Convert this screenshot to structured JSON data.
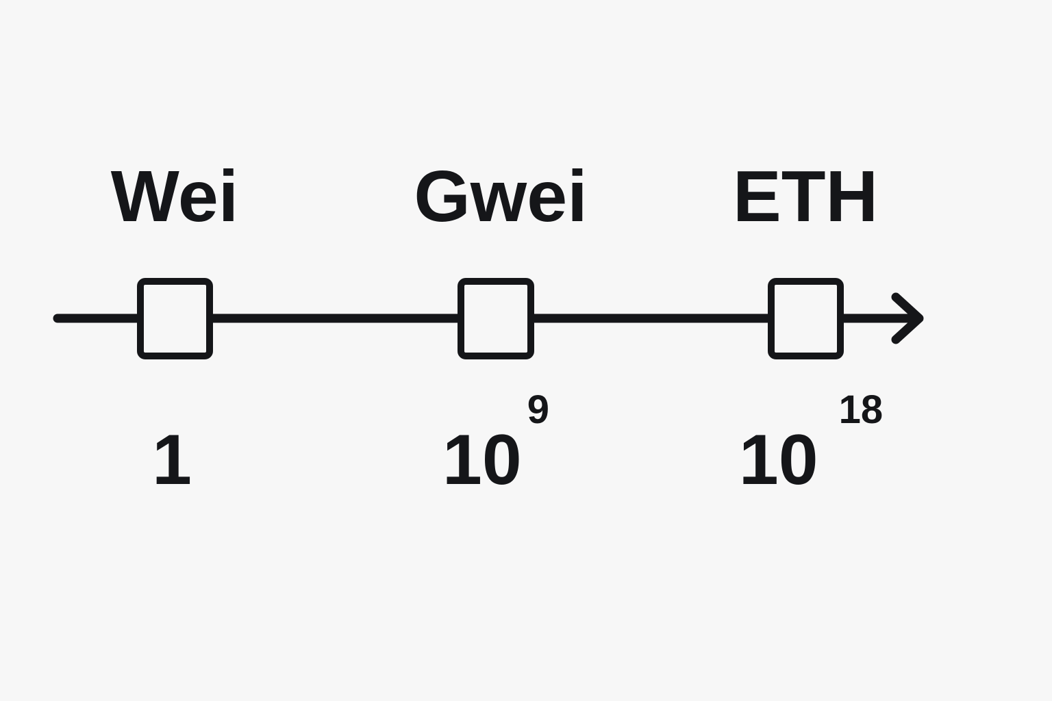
{
  "units": [
    {
      "name": "Wei",
      "value_base": "1",
      "value_exponent": ""
    },
    {
      "name": "Gwei",
      "value_base": "10",
      "value_exponent": "9"
    },
    {
      "name": "ETH",
      "value_base": "10",
      "value_exponent": "18"
    }
  ],
  "colors": {
    "background": "#f7f7f7",
    "stroke": "#151619"
  }
}
